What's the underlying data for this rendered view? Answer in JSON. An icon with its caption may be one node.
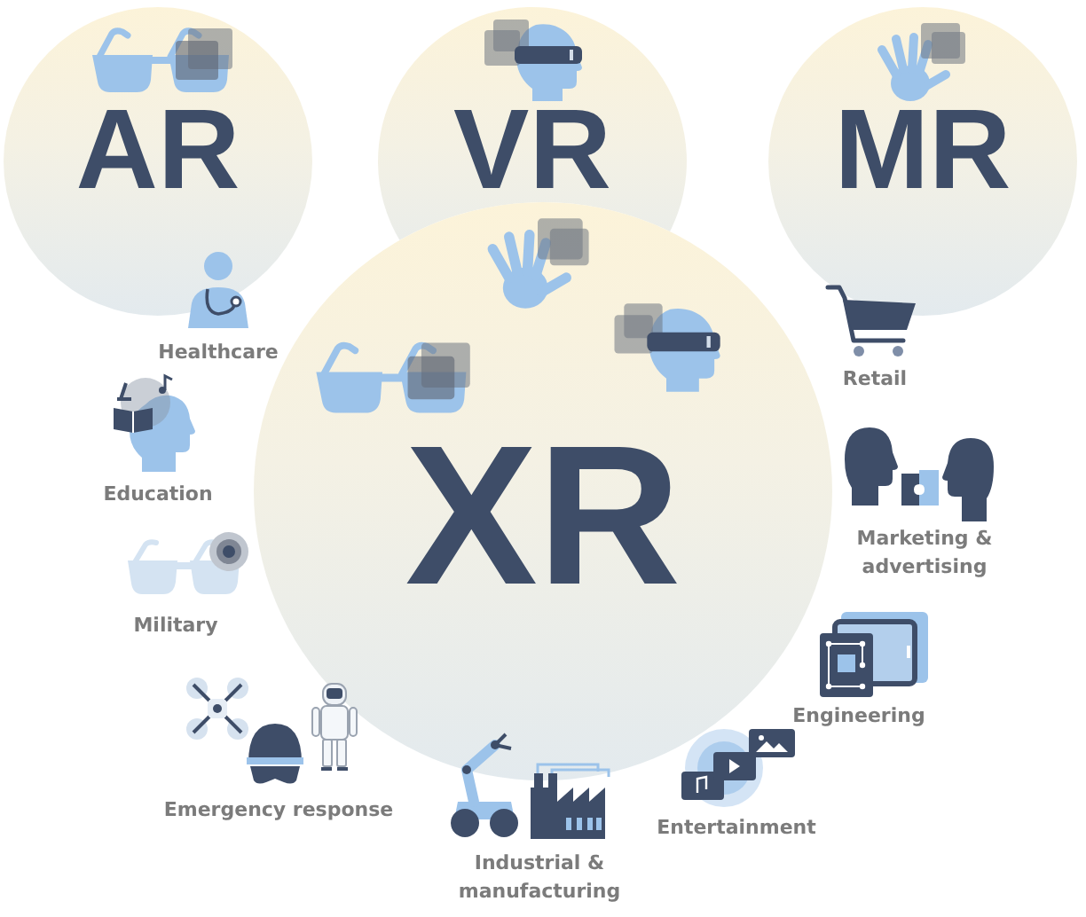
{
  "diagram": {
    "nodes": [
      {
        "text": [
          "AR"
        ]
      },
      {
        "text": [
          "VR"
        ]
      },
      {
        "text": [
          "MR"
        ]
      },
      {
        "text": [
          "XR"
        ]
      }
    ],
    "labels": [
      "Healthcare",
      "Retail",
      "Education",
      "Marketing & advertising",
      "Military",
      "Engineering",
      "Emergency response",
      "Entertainment",
      "Industrial & manufacturing"
    ]
  }
}
